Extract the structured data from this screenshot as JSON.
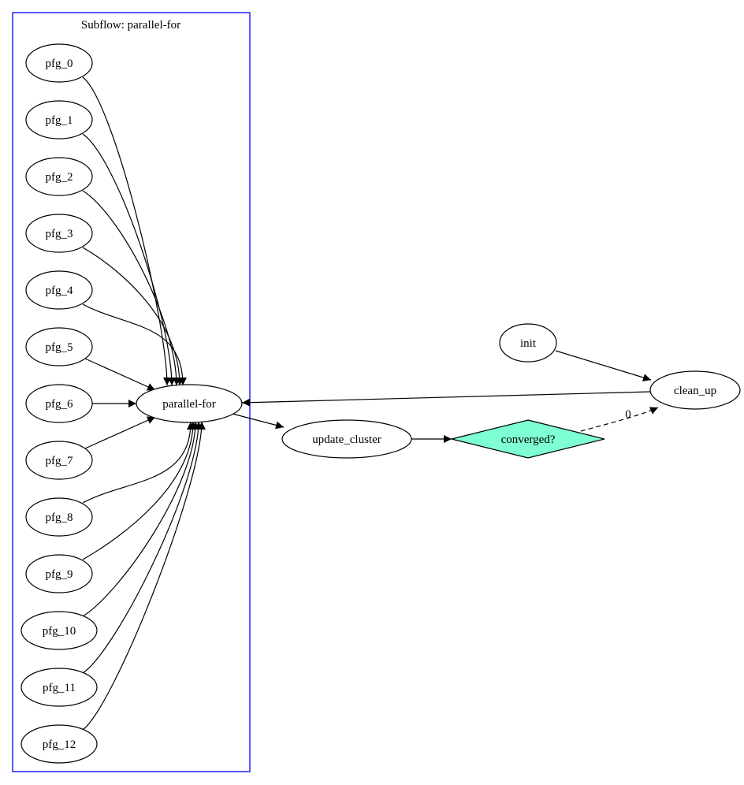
{
  "diagram": {
    "cluster": {
      "label": "Subflow: parallel-for",
      "border_color": "#0000ff"
    },
    "nodes": [
      {
        "id": "pfg_0",
        "label": "pfg_0",
        "shape": "ellipse",
        "group": "subflow"
      },
      {
        "id": "pfg_1",
        "label": "pfg_1",
        "shape": "ellipse",
        "group": "subflow"
      },
      {
        "id": "pfg_2",
        "label": "pfg_2",
        "shape": "ellipse",
        "group": "subflow"
      },
      {
        "id": "pfg_3",
        "label": "pfg_3",
        "shape": "ellipse",
        "group": "subflow"
      },
      {
        "id": "pfg_4",
        "label": "pfg_4",
        "shape": "ellipse",
        "group": "subflow"
      },
      {
        "id": "pfg_5",
        "label": "pfg_5",
        "shape": "ellipse",
        "group": "subflow"
      },
      {
        "id": "pfg_6",
        "label": "pfg_6",
        "shape": "ellipse",
        "group": "subflow"
      },
      {
        "id": "pfg_7",
        "label": "pfg_7",
        "shape": "ellipse",
        "group": "subflow"
      },
      {
        "id": "pfg_8",
        "label": "pfg_8",
        "shape": "ellipse",
        "group": "subflow"
      },
      {
        "id": "pfg_9",
        "label": "pfg_9",
        "shape": "ellipse",
        "group": "subflow"
      },
      {
        "id": "pfg_10",
        "label": "pfg_10",
        "shape": "ellipse",
        "group": "subflow"
      },
      {
        "id": "pfg_11",
        "label": "pfg_11",
        "shape": "ellipse",
        "group": "subflow"
      },
      {
        "id": "pfg_12",
        "label": "pfg_12",
        "shape": "ellipse",
        "group": "subflow"
      },
      {
        "id": "parallel_for",
        "label": "parallel-for",
        "shape": "ellipse",
        "group": "subflow"
      },
      {
        "id": "update_cluster",
        "label": "update_cluster",
        "shape": "ellipse"
      },
      {
        "id": "converged",
        "label": "converged?",
        "shape": "diamond",
        "fill": "#7fffd4"
      },
      {
        "id": "init",
        "label": "init",
        "shape": "ellipse"
      },
      {
        "id": "clean_up",
        "label": "clean_up",
        "shape": "ellipse"
      }
    ],
    "edges": [
      {
        "from": "pfg_0",
        "to": "parallel_for"
      },
      {
        "from": "pfg_1",
        "to": "parallel_for"
      },
      {
        "from": "pfg_2",
        "to": "parallel_for"
      },
      {
        "from": "pfg_3",
        "to": "parallel_for"
      },
      {
        "from": "pfg_4",
        "to": "parallel_for"
      },
      {
        "from": "pfg_5",
        "to": "parallel_for"
      },
      {
        "from": "pfg_6",
        "to": "parallel_for"
      },
      {
        "from": "pfg_7",
        "to": "parallel_for"
      },
      {
        "from": "pfg_8",
        "to": "parallel_for"
      },
      {
        "from": "pfg_9",
        "to": "parallel_for"
      },
      {
        "from": "pfg_10",
        "to": "parallel_for"
      },
      {
        "from": "pfg_11",
        "to": "parallel_for"
      },
      {
        "from": "pfg_12",
        "to": "parallel_for"
      },
      {
        "from": "parallel_for",
        "to": "update_cluster"
      },
      {
        "from": "update_cluster",
        "to": "converged"
      },
      {
        "from": "converged",
        "to": "clean_up",
        "label": "0",
        "style": "dashed"
      },
      {
        "from": "init",
        "to": "clean_up"
      },
      {
        "from": "clean_up",
        "to": "parallel_for"
      }
    ]
  }
}
